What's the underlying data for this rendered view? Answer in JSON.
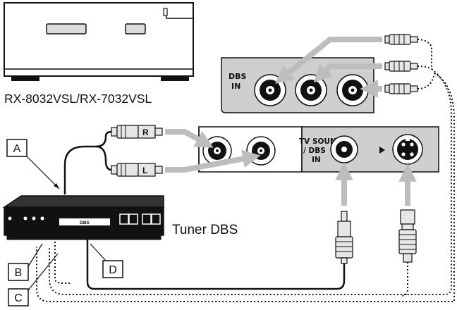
{
  "receiver": {
    "model_label": "RX-8032VSL/RX-7032VSL"
  },
  "dbs_panel": {
    "label_line1": "DBS",
    "label_line2": "IN"
  },
  "tv_panel": {
    "jack_r": "R",
    "jack_l": "L",
    "label_line1": "TV SOUND",
    "label_line2": "/ DBS",
    "label_line3": "IN"
  },
  "tuner": {
    "label": "Tuner DBS",
    "display_text": "DBS"
  },
  "callouts": {
    "a": "A",
    "b": "B",
    "c": "C",
    "d": "D"
  },
  "colors": {
    "line": "#111111",
    "panel": "#cfcfcf",
    "arrow": "#bdbdbd",
    "plug": "#e6e6e6"
  }
}
